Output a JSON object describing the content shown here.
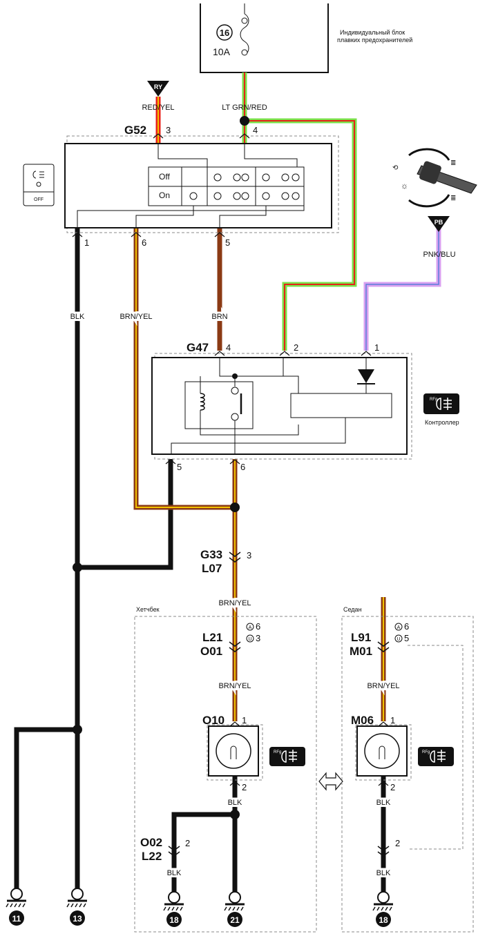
{
  "fuse_box": {
    "label_line1": "Индивидуальный блок",
    "label_line2": "плавких предохранителей",
    "fuse_number": "16",
    "fuse_rating": "10A"
  },
  "wires": {
    "red_yel": "RED/YEL",
    "lt_grn_red": "LT GRN/RED",
    "blk": "BLK",
    "brn_yel": "BRN/YEL",
    "brn": "BRN",
    "pnk_blu": "PNK/BLU"
  },
  "sources": {
    "ry": "RY",
    "pb": "PB"
  },
  "switch": {
    "connector": "G52",
    "row_off": "Off",
    "row_on": "On",
    "icon_off_label": "OFF",
    "pin_top_left": "3",
    "pin_top_right": "4",
    "pin_bottom_1": "1",
    "pin_bottom_6": "6",
    "pin_bottom_5": "5"
  },
  "controller": {
    "connector": "G47",
    "label": "Контроллер",
    "pin_4": "4",
    "pin_2": "2",
    "pin_1": "1",
    "pin_5": "5",
    "pin_6": "6"
  },
  "inline": {
    "g33": "G33",
    "l07": "L07",
    "pin": "3"
  },
  "hatchback": {
    "title": "Хетчбек",
    "conn_a": "L21",
    "conn_b": "O01",
    "pin_a": "6",
    "pin_b": "3",
    "lamp_conn": "O10",
    "lamp_pin1": "1",
    "lamp_pin2": "2",
    "ground_conn_a": "O02",
    "ground_conn_b": "L22",
    "ground_pin": "2"
  },
  "sedan": {
    "title": "Седан",
    "conn_a": "L91",
    "conn_b": "M01",
    "pin_a": "6",
    "pin_b": "5",
    "lamp_conn": "M06",
    "lamp_pin1": "1",
    "lamp_pin2": "2",
    "inline_pin": "2"
  },
  "symbols": {
    "a": "A",
    "u": "U",
    "rfg": "RFg"
  },
  "grounds": [
    "11",
    "13",
    "18",
    "21",
    "18"
  ],
  "colors": {
    "red": "#e8201a",
    "yellow": "#f2c200",
    "green": "#7be04a",
    "brown": "#8b3a14",
    "orange": "#e8a040",
    "violet": "#d9a0f0",
    "black": "#111111"
  }
}
